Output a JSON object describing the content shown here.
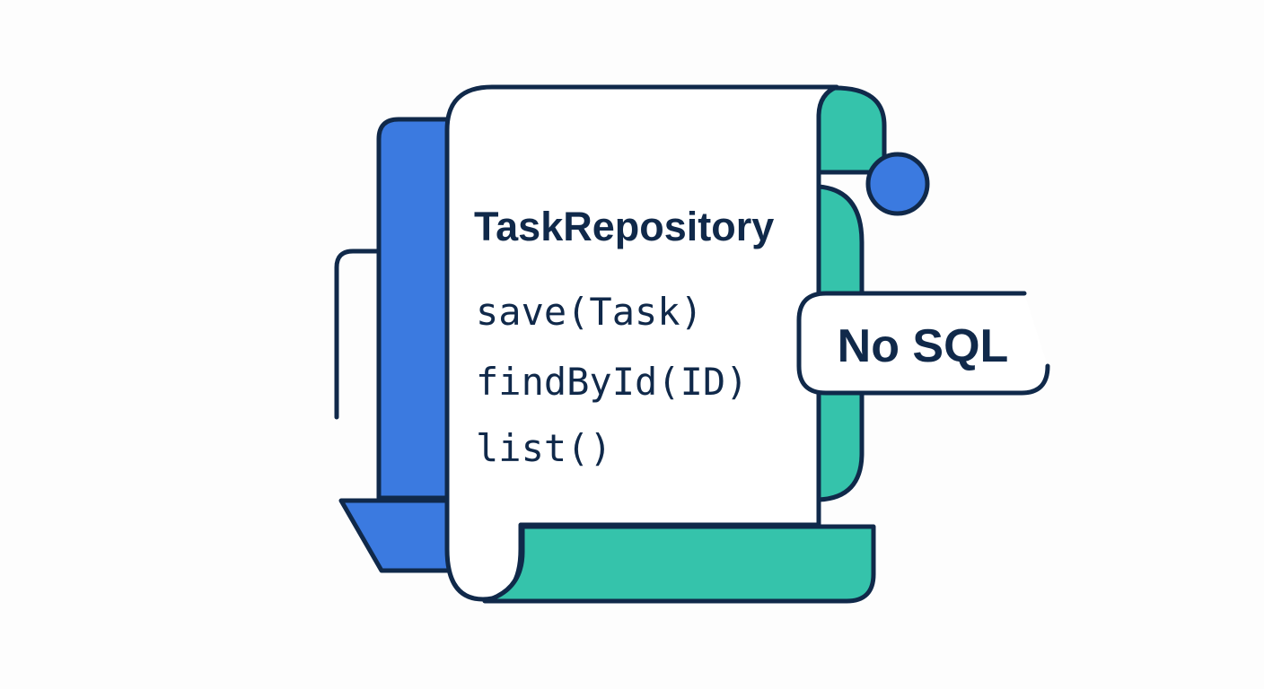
{
  "card": {
    "title": "TaskRepository",
    "methods": [
      {
        "signature": "save(Task)"
      },
      {
        "signature": "findById(ID)"
      },
      {
        "signature": "list()"
      }
    ]
  },
  "badge": {
    "label": "No SQL"
  },
  "colors": {
    "outline": "#10294a",
    "blue": "#3b7ae0",
    "teal": "#35c3ab",
    "paper": "#ffffff",
    "background": "#fdfdfd"
  },
  "icons": {
    "blue-dot": "circle"
  }
}
